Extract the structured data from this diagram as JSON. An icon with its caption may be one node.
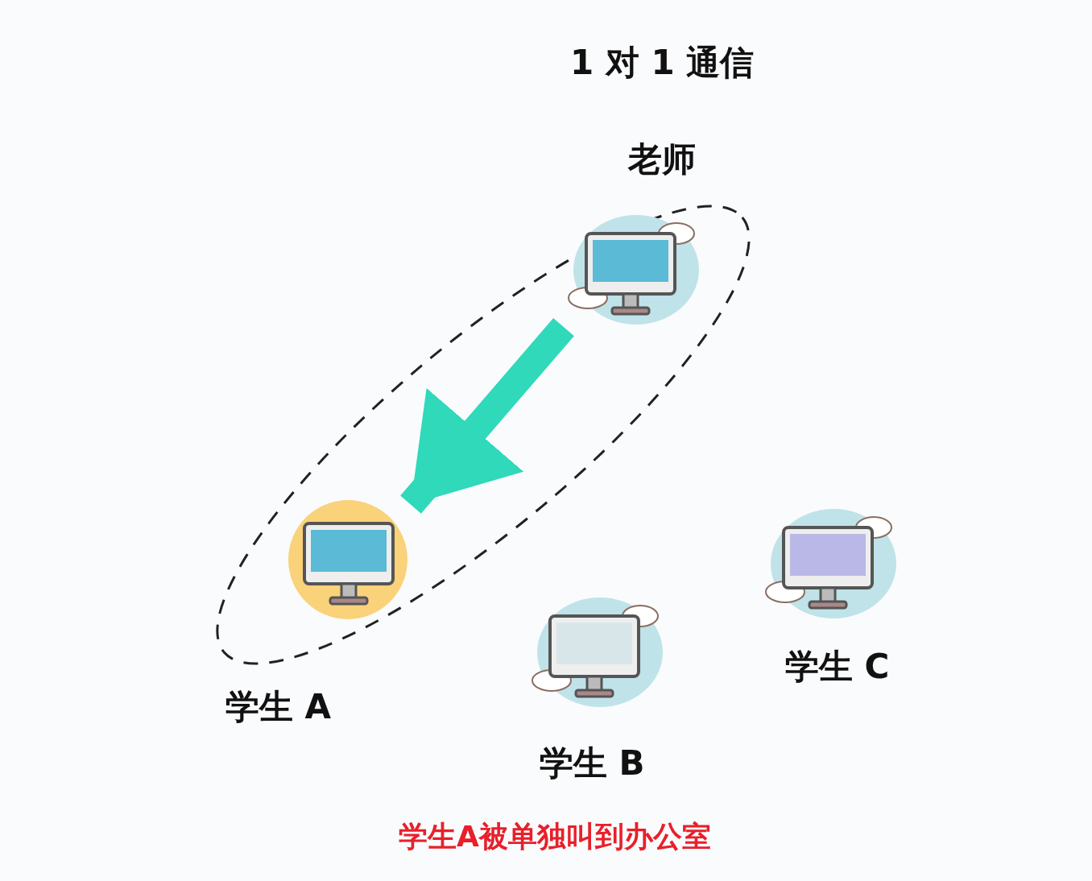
{
  "diagram": {
    "title": "1 对 1 通信",
    "caption": "学生A被单独叫到办公室",
    "nodes": [
      {
        "text": [
          "老师"
        ]
      },
      {
        "text": [
          "学生 A"
        ]
      },
      {
        "text": [
          "学生 B"
        ]
      },
      {
        "text": [
          "学生 C"
        ]
      }
    ],
    "edges": [
      {
        "from": 0,
        "to": 1,
        "arrow": "to",
        "color": "#2fd9b9"
      }
    ]
  }
}
